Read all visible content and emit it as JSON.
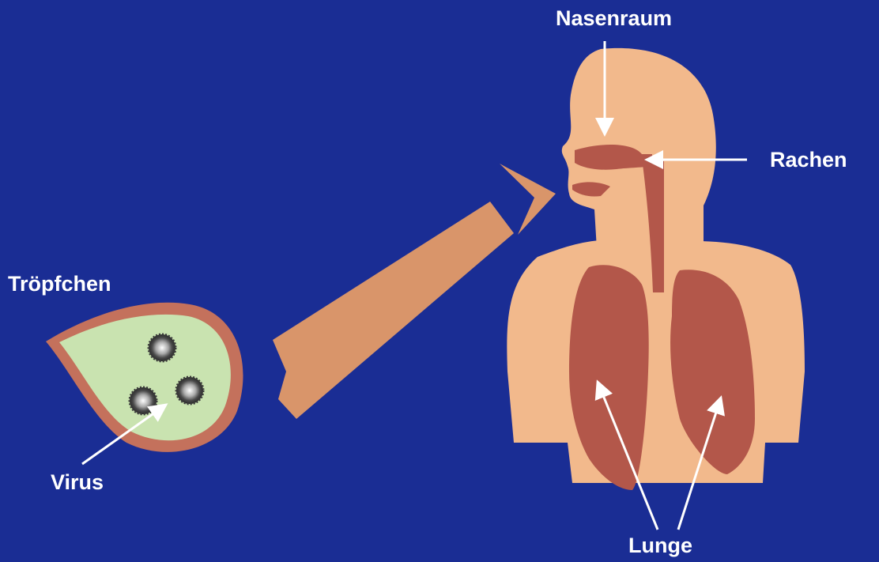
{
  "labels": {
    "nasenraum": "Nasenraum",
    "rachen": "Rachen",
    "troepfchen": "Tröpfchen",
    "virus": "Virus",
    "lunge": "Lunge"
  },
  "colors": {
    "background": "#1a2d94",
    "skin": "#f2b98c",
    "airway": "#b3574a",
    "lung": "#b3574a",
    "droplet_fill": "#c9e3b0",
    "droplet_rim": "#c4715c",
    "stream": "#d9956a",
    "arrow": "#ffffff"
  }
}
